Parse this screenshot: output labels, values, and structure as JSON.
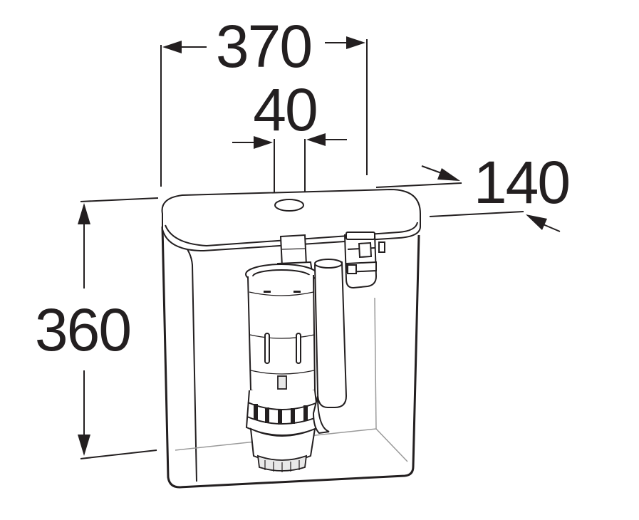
{
  "dimensions": {
    "width": "370",
    "flush_hole": "40",
    "depth": "140",
    "height": "360"
  },
  "colors": {
    "line": "#231f20",
    "hidden_line": "#9a9a9a",
    "background": "#ffffff"
  }
}
